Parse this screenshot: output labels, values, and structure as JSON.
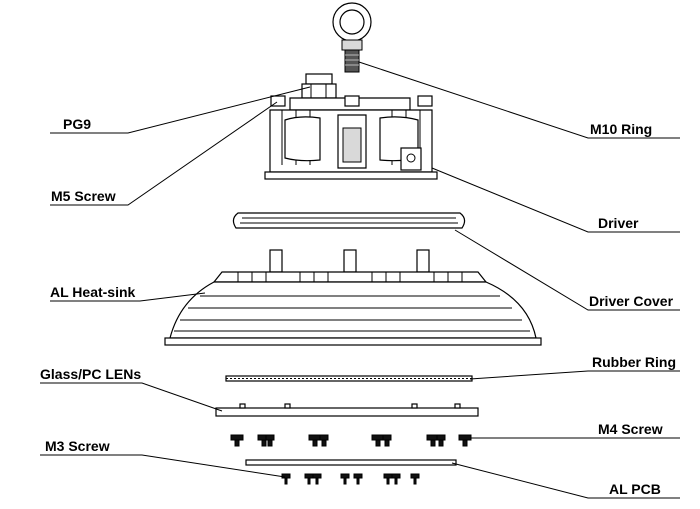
{
  "labels": {
    "pg9": "PG9",
    "m5_screw": "M5 Screw",
    "al_heat_sink": "AL Heat-sink",
    "glass_pc_lens": "Glass/PC LENs",
    "m3_screw": "M3 Screw",
    "m10_ring": "M10 Ring",
    "driver": "Driver",
    "driver_cover": "Driver Cover",
    "rubber_ring": "Rubber Ring",
    "m4_screw": "M4 Screw",
    "al_pcb": "AL PCB"
  }
}
